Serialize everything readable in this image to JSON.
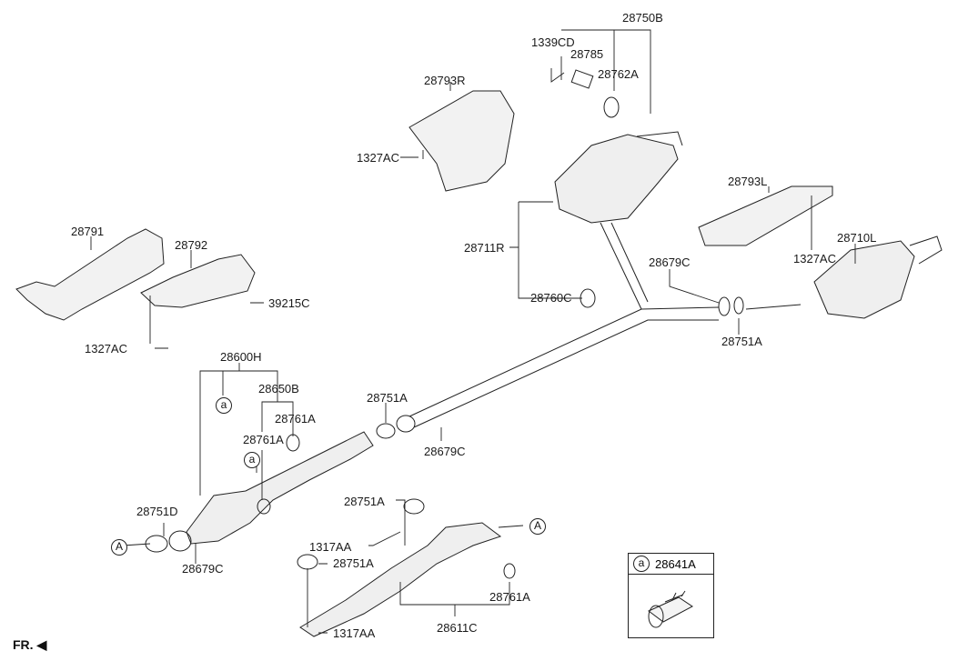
{
  "diagram": {
    "title": "Exhaust System Parts Diagram",
    "front_indicator": "FR.",
    "callouts": [
      {
        "id": "c1",
        "text": "28750B"
      },
      {
        "id": "c2",
        "text": "1339CD"
      },
      {
        "id": "c3",
        "text": "28785"
      },
      {
        "id": "c4",
        "text": "28762A"
      },
      {
        "id": "c5",
        "text": "28793R"
      },
      {
        "id": "c6",
        "text": "1327AC"
      },
      {
        "id": "c7",
        "text": "28711R"
      },
      {
        "id": "c8",
        "text": "28760C"
      },
      {
        "id": "c9",
        "text": "28793L"
      },
      {
        "id": "c10",
        "text": "1327AC"
      },
      {
        "id": "c11",
        "text": "28710L"
      },
      {
        "id": "c12",
        "text": "28679C"
      },
      {
        "id": "c13",
        "text": "28751A"
      },
      {
        "id": "c14",
        "text": "28791"
      },
      {
        "id": "c15",
        "text": "28792"
      },
      {
        "id": "c16",
        "text": "39215C"
      },
      {
        "id": "c17",
        "text": "1327AC"
      },
      {
        "id": "c18",
        "text": "28600H"
      },
      {
        "id": "c19",
        "text": "28650B"
      },
      {
        "id": "c20",
        "text": "28761A"
      },
      {
        "id": "c21",
        "text": "28761A"
      },
      {
        "id": "c22",
        "text": "28751A"
      },
      {
        "id": "c23",
        "text": "28679C"
      },
      {
        "id": "c24",
        "text": "28751D"
      },
      {
        "id": "c25",
        "text": "28679C"
      },
      {
        "id": "c26",
        "text": "28751A"
      },
      {
        "id": "c27",
        "text": "1317AA"
      },
      {
        "id": "c28",
        "text": "28751A"
      },
      {
        "id": "c29",
        "text": "1317AA"
      },
      {
        "id": "c30",
        "text": "28611C"
      },
      {
        "id": "c31",
        "text": "28761A"
      }
    ],
    "reference_markers": {
      "a": "a",
      "A": "A"
    },
    "legend": {
      "marker": "a",
      "part": "28641A"
    }
  }
}
